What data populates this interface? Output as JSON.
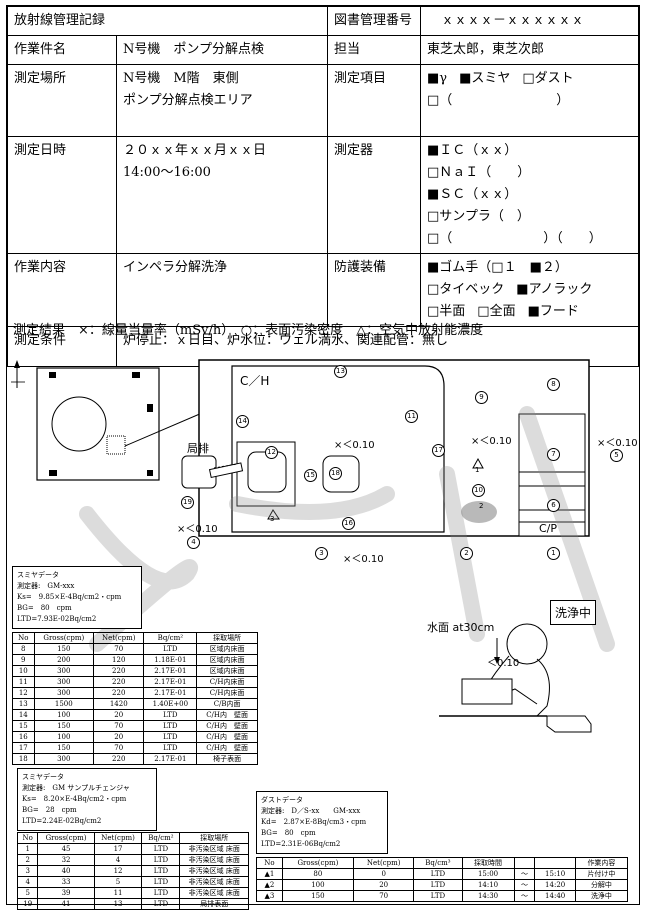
{
  "header": {
    "title": "放射線管理記録",
    "doc_no_label": "図書管理番号",
    "doc_no_value": "ｘｘｘｘ－ｘｘｘｘｘｘ",
    "work_name_label": "作業件名",
    "work_name_value": "N号機　ポンプ分解点検",
    "person_label": "担当",
    "person_value": "東芝太郎，東芝次郎",
    "place_label": "測定場所",
    "place_value_1": "N号機　M階　東側",
    "place_value_2": "ポンプ分解点検エリア",
    "item_label": "測定項目",
    "item_row1": [
      "■γ",
      "■スミヤ",
      "□ダスト"
    ],
    "item_row2": "□（　　　　　　　　）",
    "date_label": "測定日時",
    "date_value_1": "２０ｘｘ年ｘｘ月ｘｘ日",
    "date_value_2": "14:00～16:00",
    "meter_label": "測定器",
    "meter_row1": [
      "■ＩＣ（ｘｘ）",
      "□ＮａＩ（　　）"
    ],
    "meter_row2": [
      "■ＳＣ（ｘｘ）",
      "□サンプラ（　）"
    ],
    "meter_row3": "□（　　　　　　　）（　　）",
    "content_label": "作業内容",
    "content_value": "インペラ分解洗浄",
    "protect_label": "防護装備",
    "protect_row1": "■ゴム手（□１　■２）",
    "protect_row2": [
      "□タイベック",
      "■アノラック"
    ],
    "protect_row3": [
      "□半面",
      "□全面",
      "■フード"
    ],
    "cond_label": "測定条件",
    "cond_value": "炉停止：ｘ日目、炉水位：ウェル満水、関連配管：無し"
  },
  "results_title": "測定結果　×：線量当量率（mSv/h）　○：表面汚染密度　△：空気中放射能濃度",
  "sketch": {
    "ch_label": "C／H",
    "cp_label": "C/P",
    "exhaust_label": "局排",
    "wash_label": "洗浄中",
    "water_label": "水面 at30cm",
    "dose_values": [
      "×＜0.10",
      "×＜0.10",
      "×＜0.10",
      "×＜0.10",
      "×＜0.10",
      "＜0.10"
    ],
    "points": [
      "1",
      "2",
      "3",
      "4",
      "5",
      "6",
      "7",
      "8",
      "9",
      "10",
      "11",
      "12",
      "13",
      "14",
      "15",
      "16",
      "17",
      "18",
      "19"
    ],
    "air_points": [
      "1",
      "2",
      "3"
    ]
  },
  "smear1": {
    "title": "スミヤデータ",
    "meter": "測定器:　GM-xxx",
    "ks": "Ks=　9.85×E-4Bq/cm2・cpm",
    "bg": "BG=　80　cpm",
    "ltd": "LTD=7.93E-02Bq/cm2",
    "headers": [
      "No",
      "Gross(cpm)",
      "Net(cpm)",
      "Bq/cm²",
      "採取場所"
    ],
    "rows": [
      [
        "8",
        "150",
        "70",
        "LTD",
        "区域内床面"
      ],
      [
        "9",
        "200",
        "120",
        "1.18E-01",
        "区域内床面"
      ],
      [
        "10",
        "300",
        "220",
        "2.17E-01",
        "区域内床面"
      ],
      [
        "11",
        "300",
        "220",
        "2.17E-01",
        "C/H内床面"
      ],
      [
        "12",
        "300",
        "220",
        "2.17E-01",
        "C/H内床面"
      ],
      [
        "13",
        "1500",
        "1420",
        "1.40E+00",
        "C/B内面"
      ],
      [
        "14",
        "100",
        "20",
        "LTD",
        "C/H内　壁面"
      ],
      [
        "15",
        "150",
        "70",
        "LTD",
        "C/H内　壁面"
      ],
      [
        "16",
        "100",
        "20",
        "LTD",
        "C/H内　壁面"
      ],
      [
        "17",
        "150",
        "70",
        "LTD",
        "C/H内　壁面"
      ],
      [
        "18",
        "300",
        "220",
        "2.17E-01",
        "椅子表面"
      ]
    ]
  },
  "smear2": {
    "title": "スミヤデータ",
    "meter": "測定器:　GM サンプルチェンジャ",
    "ks": "Ks=　8.20×E-4Bq/cm2・cpm",
    "bg": "BG=　28　cpm",
    "ltd": "LTD=2.24E-02Bq/cm2",
    "headers": [
      "No",
      "Gross(cpm)",
      "Net(cpm)",
      "Bq/cm²",
      "採取場所"
    ],
    "rows": [
      [
        "1",
        "45",
        "17",
        "LTD",
        "非汚染区域 床面"
      ],
      [
        "2",
        "32",
        "4",
        "LTD",
        "非汚染区域 床面"
      ],
      [
        "3",
        "40",
        "12",
        "LTD",
        "非汚染区域 床面"
      ],
      [
        "4",
        "33",
        "5",
        "LTD",
        "非汚染区域 床面"
      ],
      [
        "5",
        "39",
        "11",
        "LTD",
        "非汚染区域 床面"
      ],
      [
        "19",
        "41",
        "13",
        "LTD",
        "局排表面"
      ]
    ]
  },
  "dust": {
    "title": "ダストデータ",
    "meter": "測定器:　D／S-xx　　GM-xxx",
    "kd": "Kd=　2.87×E-8Bq/cm3・cpm",
    "bg": "BG=　80　cpm",
    "ltd": "LTD=2.31E-06Bq/cm2",
    "headers": [
      "No",
      "Gross(cpm)",
      "Net(cpm)",
      "Bq/cm³",
      "採取時間",
      "",
      "",
      "作業内容"
    ],
    "rows": [
      [
        "▲1",
        "80",
        "0",
        "LTD",
        "15:00",
        "～",
        "15:10",
        "片付け中"
      ],
      [
        "▲2",
        "100",
        "20",
        "LTD",
        "14:10",
        "～",
        "14:20",
        "分解中"
      ],
      [
        "▲3",
        "150",
        "70",
        "LTD",
        "14:30",
        "～",
        "14:40",
        "洗浄中"
      ]
    ]
  },
  "colors": {
    "ink": "#000000",
    "watermark": "#8a8a8a",
    "bubble": "#b9b9b9"
  }
}
